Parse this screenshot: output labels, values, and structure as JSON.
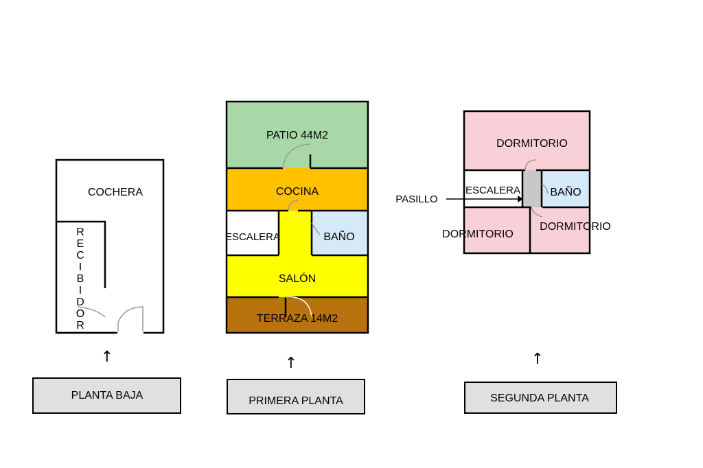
{
  "planta_baja": {
    "cochera": "COCHERA",
    "recibidor_letters": [
      "R",
      "E",
      "C",
      "I",
      "B",
      "I",
      "D",
      "O",
      "R"
    ],
    "caption": "PLANTA BAJA"
  },
  "primera_planta": {
    "patio": "PATIO 44M2",
    "cocina": "COCINA",
    "escalera": "ESCALERA",
    "bano": "BAÑO",
    "salon": "SALÓN",
    "terraza": "TERRAZA 14M2",
    "caption": "PRIMERA PLANTA"
  },
  "segunda_planta": {
    "dormitorio_top": "DORMITORIO",
    "escalera": "ESCALERA",
    "bano": "BAÑO",
    "dormitorio_left": "DORMITORIO",
    "dormitorio_right": "DORMITORIO",
    "pasillo": "PASILLO",
    "caption": "SEGUNDA PLANTA"
  },
  "arrow_glyph": "↑",
  "colors": {
    "gray": "#e0e0e0",
    "patio": "#a8d8a8",
    "cocina": "#ffc000",
    "yellow": "#ffff00",
    "bano": "#d6e9f8",
    "terraza": "#b8730f",
    "pink": "#f8d0d8",
    "white": "#ffffff"
  }
}
